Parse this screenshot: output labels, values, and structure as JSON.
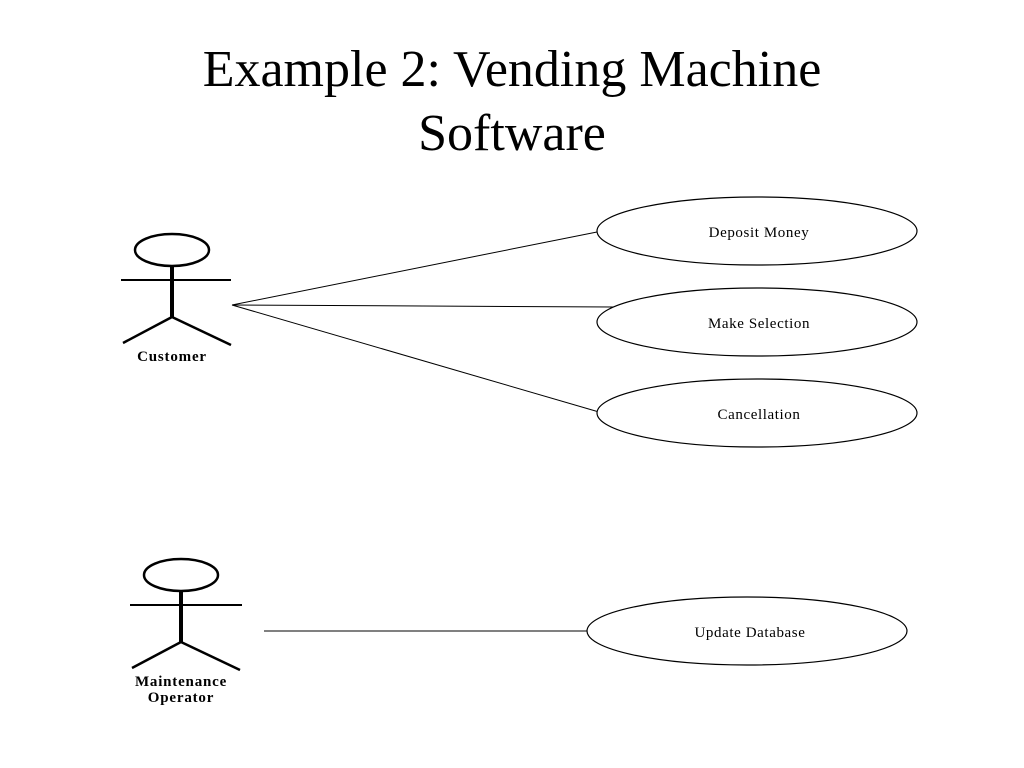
{
  "title": {
    "line1": "Example 2: Vending Machine",
    "line2": "Software"
  },
  "actors": [
    {
      "id": "customer",
      "label": "Customer"
    },
    {
      "id": "maintenance-operator",
      "label_line1": "Maintenance",
      "label_line2": "Operator"
    }
  ],
  "use_cases": [
    {
      "id": "deposit-money",
      "label": "Deposit Money"
    },
    {
      "id": "make-selection",
      "label": "Make Selection"
    },
    {
      "id": "cancellation",
      "label": "Cancellation"
    },
    {
      "id": "update-database",
      "label": "Update Database"
    }
  ],
  "associations": [
    {
      "from": "customer",
      "to": "deposit-money"
    },
    {
      "from": "customer",
      "to": "make-selection"
    },
    {
      "from": "customer",
      "to": "cancellation"
    },
    {
      "from": "maintenance-operator",
      "to": "update-database"
    }
  ]
}
